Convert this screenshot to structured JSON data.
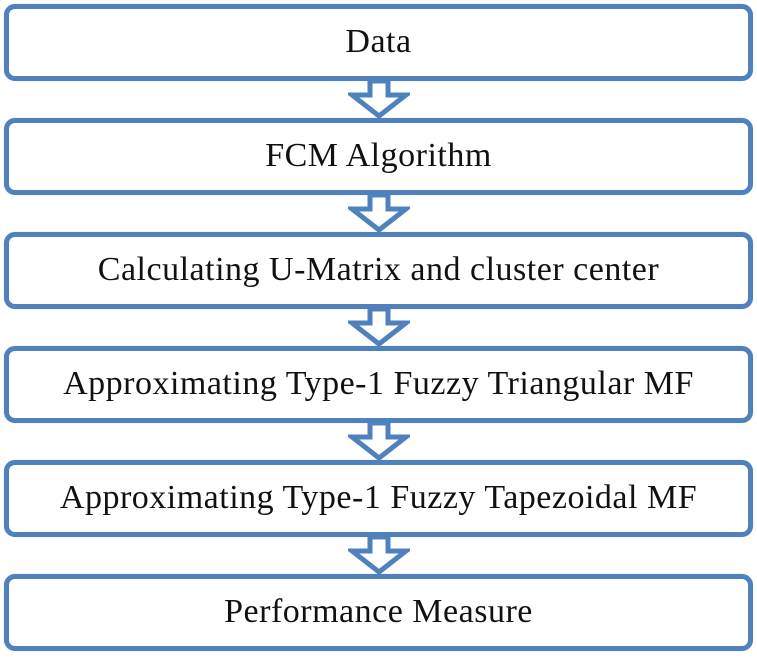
{
  "flowchart": {
    "type": "vertical-flowchart",
    "accent_color": "#4F81BD",
    "text_color": "#111111",
    "background_color": "#ffffff",
    "connector_icon": "down-block-arrow-icon",
    "steps": [
      {
        "label": "Data"
      },
      {
        "label": "FCM Algorithm"
      },
      {
        "label": "Calculating U-Matrix and cluster center"
      },
      {
        "label": "Approximating Type-1 Fuzzy Triangular MF"
      },
      {
        "label": "Approximating Type-1 Fuzzy Tapezoidal MF"
      },
      {
        "label": "Performance Measure"
      }
    ]
  }
}
